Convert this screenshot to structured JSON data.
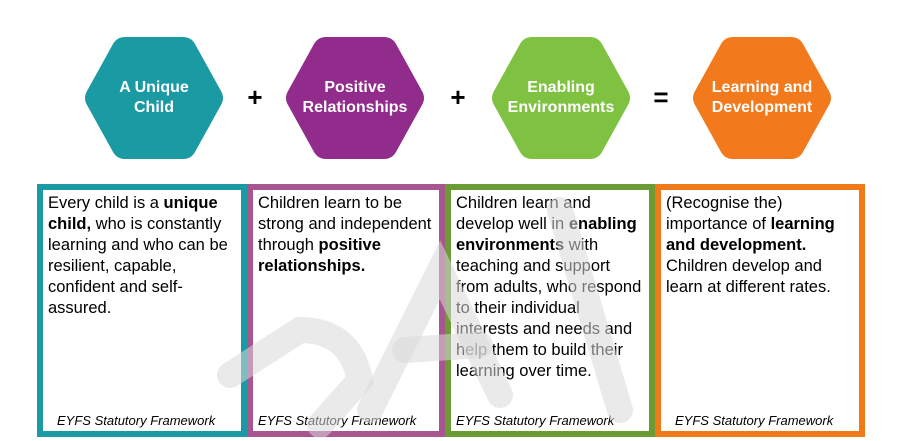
{
  "hexagons": [
    {
      "label": "A Unique\nChild",
      "color": "#1a9aa3"
    },
    {
      "label": "Positive\nRelationships",
      "color": "#922c8c"
    },
    {
      "label": "Enabling\nEnvironments",
      "color": "#7fc241"
    },
    {
      "label": "Learning and\nDevelopment",
      "color": "#f27a1c"
    }
  ],
  "operators": {
    "plus_1": "+",
    "plus_2": "+",
    "equals": "="
  },
  "boxes": [
    {
      "color": "#1a9aa3",
      "t1": "Every child is a ",
      "b1": "unique child,",
      "t2": " who is constantly learning and who can be resilient, capable, confident and self-assured.",
      "b2": "",
      "t3": "",
      "citation": "EYFS Statutory Framework"
    },
    {
      "color": "#a9558f",
      "t1": "Children learn to be strong and independent through ",
      "b1": "positive relationships.",
      "t2": "",
      "b2": "",
      "t3": "",
      "citation": "EYFS Statutory Framework"
    },
    {
      "color": "#6a9b35",
      "t1": "Children learn and develop well in ",
      "b1": "enabling environments",
      "t2": " with teaching and support from adults, who respond to their individual interests and needs and help them to build their learning over time.",
      "b2": "",
      "t3": "",
      "citation": "EYFS Statutory Framework"
    },
    {
      "color": "#f07a1a",
      "t1": "(Recognise the) importance of ",
      "b1": "learning and development.",
      "t2": " Children develop and learn at different rates.",
      "b2": "",
      "t3": "",
      "citation": "EYFS Statutory Framework"
    }
  ]
}
